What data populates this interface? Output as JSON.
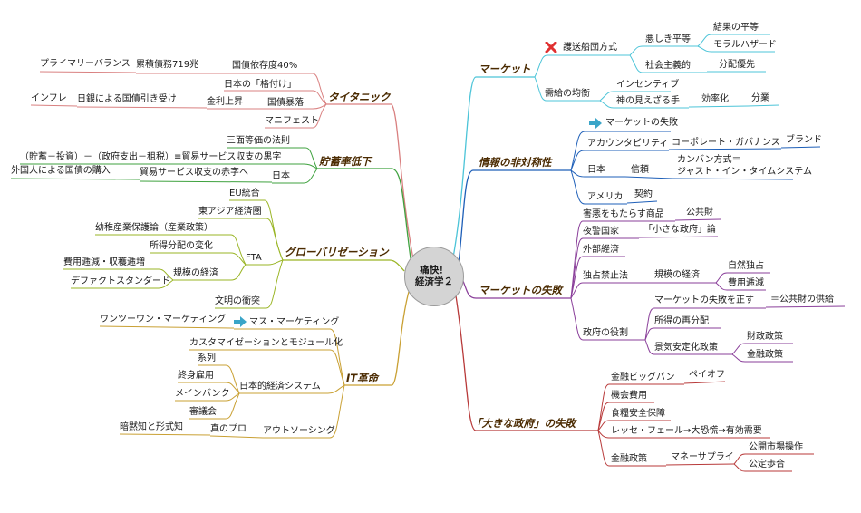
{
  "center": {
    "line1": "痛快！",
    "line2": "経済学２"
  },
  "colors": {
    "titanic": "#d98080",
    "saving": "#3fa23f",
    "global": "#9ab525",
    "it": "#c9a033",
    "market": "#4cc4d8",
    "info": "#1e5fb8",
    "failure": "#8a3f9a",
    "biggov": "#b83a3a",
    "arrow_icon": "#3aa5c8",
    "cross_icon": "#e03030"
  },
  "left": {
    "titanic": {
      "label": "タイタニック",
      "izon": "国債依存度40%",
      "saimu": "累積債務719兆",
      "primary": "プライマリーバランス",
      "kakuzuke": "日本の「格付け」",
      "bouraku": "国債暴落",
      "kinri": "金利上昇",
      "nichigin": "日銀による国債引き受け",
      "inflation": "インフレ",
      "manifest": "マニフェスト"
    },
    "saving": {
      "label": "貯蓄率低下",
      "sanmen": "三面等価の法則",
      "formula": "（貯蓄－投資）－（政府支出－租税）≡貿易サービス収支の黒字",
      "japan": "日本",
      "akaji": "貿易サービス収支の赤字へ",
      "gaikoku": "外国人による国債の購入"
    },
    "global": {
      "label": "グローバリゼーション",
      "eu": "EU統合",
      "eastasia": "東アジア経済圏",
      "fta": "FTA",
      "yochi": "幼稚産業保護論（産業政策）",
      "shotoku": "所得分配の変化",
      "kibo": "規模の経済",
      "hiyou": "費用逓減・収穫逓増",
      "defacto": "デファクトスタンダード",
      "bunmei": "文明の衝突"
    },
    "it": {
      "label": "IT革命",
      "mass": "マス・マーケティング",
      "one2one": "ワンツーワン・マーケティング",
      "custom": "カスタマイゼーションとモジュール化",
      "nihonteki": "日本的経済システム",
      "keiretsu": "系列",
      "shushin": "終身雇用",
      "mainbank": "メインバンク",
      "shingikai": "審議会",
      "outsourcing": "アウトソーシング",
      "shinnopro": "真のプロ",
      "anmokuchi": "暗黙知と形式知"
    }
  },
  "right": {
    "market": {
      "label": "マーケット",
      "gosou": "護送船団方式",
      "akushiki": "悪しき平等",
      "kekka": "結果の平等",
      "moral": "モラルハザード",
      "shakai": "社会主義的",
      "bunpai": "分配優先",
      "jukyu": "需給の均衡",
      "incentive": "インセンティブ",
      "kami": "神の見えざる手",
      "kouritsu": "効率化",
      "bungyou": "分業"
    },
    "info": {
      "label": "情報の非対称性",
      "shippai": "マーケットの失敗",
      "account": "アカウンタビリティ",
      "governance": "コーポレート・ガバナンス",
      "brand": "ブランド",
      "japan": "日本",
      "shinrai": "信頼",
      "kanban1": "カンバン方式＝",
      "kanban2": "ジャスト・イン・タイムシステム",
      "america": "アメリカ",
      "keiyaku": "契約"
    },
    "failure": {
      "label": "マーケットの失敗",
      "gaiaku": "害悪をもたらす商品",
      "koukyou": "公共財",
      "yakei": "夜警国家",
      "chiisana": "「小さな政府」論",
      "gaibu": "外部経済",
      "dokusen": "独占禁止法",
      "kibo": "規模の経済",
      "shizen": "自然独占",
      "hiyou": "費用逓減",
      "yakuwari": "政府の役割",
      "tadasu": "マーケットの失敗を正す",
      "kyokyu": "＝公共財の供給",
      "saibunpai": "所得の再分配",
      "keiki": "景気安定化政策",
      "zaisei": "財政政策",
      "kinyu": "金融政策"
    },
    "biggov": {
      "label": "「大きな政府」の失敗",
      "bigbang": "金融ビッグバン",
      "payoff": "ペイオフ",
      "kikai": "機会費用",
      "shokuhin": "食糧安全保障",
      "laissez": "レッセ・フェール→大恐慌→有効需要",
      "kinyu": "金融政策",
      "money": "マネーサプライ",
      "koukai": "公開市場操作",
      "buai": "公定歩合"
    }
  }
}
